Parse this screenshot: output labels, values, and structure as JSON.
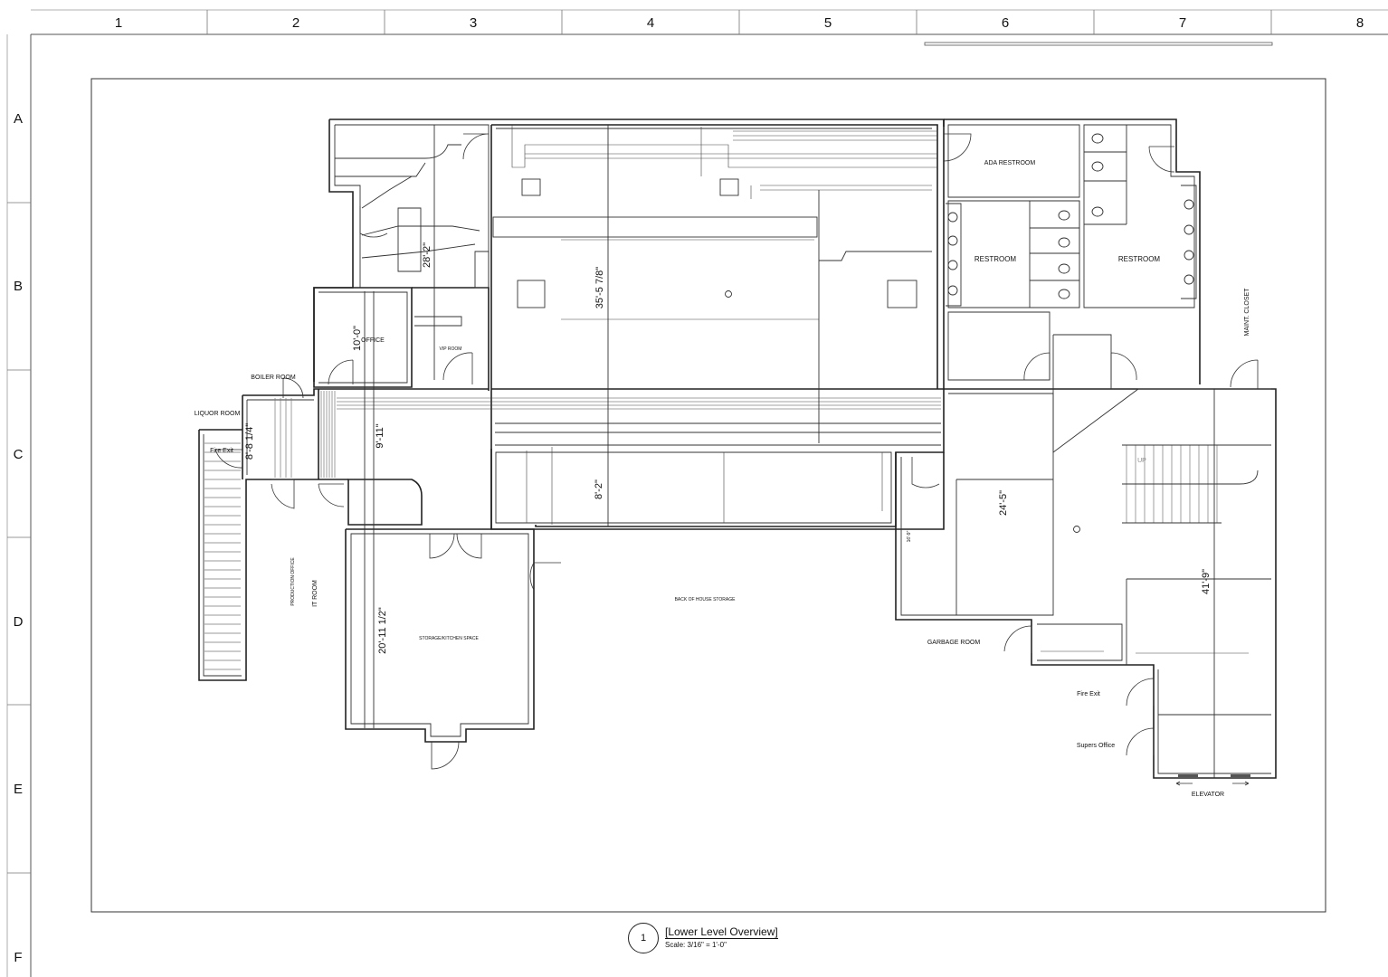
{
  "grid": {
    "columns": [
      "1",
      "2",
      "3",
      "4",
      "5",
      "6",
      "7",
      "8"
    ],
    "rows": [
      "A",
      "B",
      "C",
      "D",
      "E",
      "F"
    ]
  },
  "rooms": {
    "ada_restroom": "ADA RESTROOM",
    "restroom_1": "RESTROOM",
    "restroom_2": "RESTROOM",
    "maint_closet": "MAINT. CLOSET",
    "office": "OFFICE",
    "vip_room": "VIP ROOM",
    "boiler_room": "BOILER ROOM",
    "liquor_room": "LIQUOR ROOM",
    "fire_exit_1": "Fire Exit",
    "production_office": "PRODUCTION OFFICE",
    "it_room": "IT ROOM",
    "storage_kitchen": "STORAGE/KITCHEN SPACE",
    "back_of_house": "BACK OF HOUSE STORAGE",
    "garbage_room": "GARBAGE ROOM",
    "fire_exit_2": "Fire Exit",
    "supers_office": "Supers Office",
    "elevator": "ELEVATOR",
    "stair_up": "UP"
  },
  "dimensions": {
    "d1": "28'-2\"",
    "d2": "35'-5 7/8\"",
    "d3": "10'-0\"",
    "d4": "8'-8 1/4\"",
    "d5": "9'-11\"",
    "d6": "8'-2\"",
    "d7": "20'-11 1/2\"",
    "d8": "24'-5\"",
    "d9": "41'-9\"",
    "d10": "16'-9\""
  },
  "title": {
    "number": "1",
    "name": "[Lower Level Overview]",
    "scale": "Scale: 3/16\" = 1'-0\""
  }
}
